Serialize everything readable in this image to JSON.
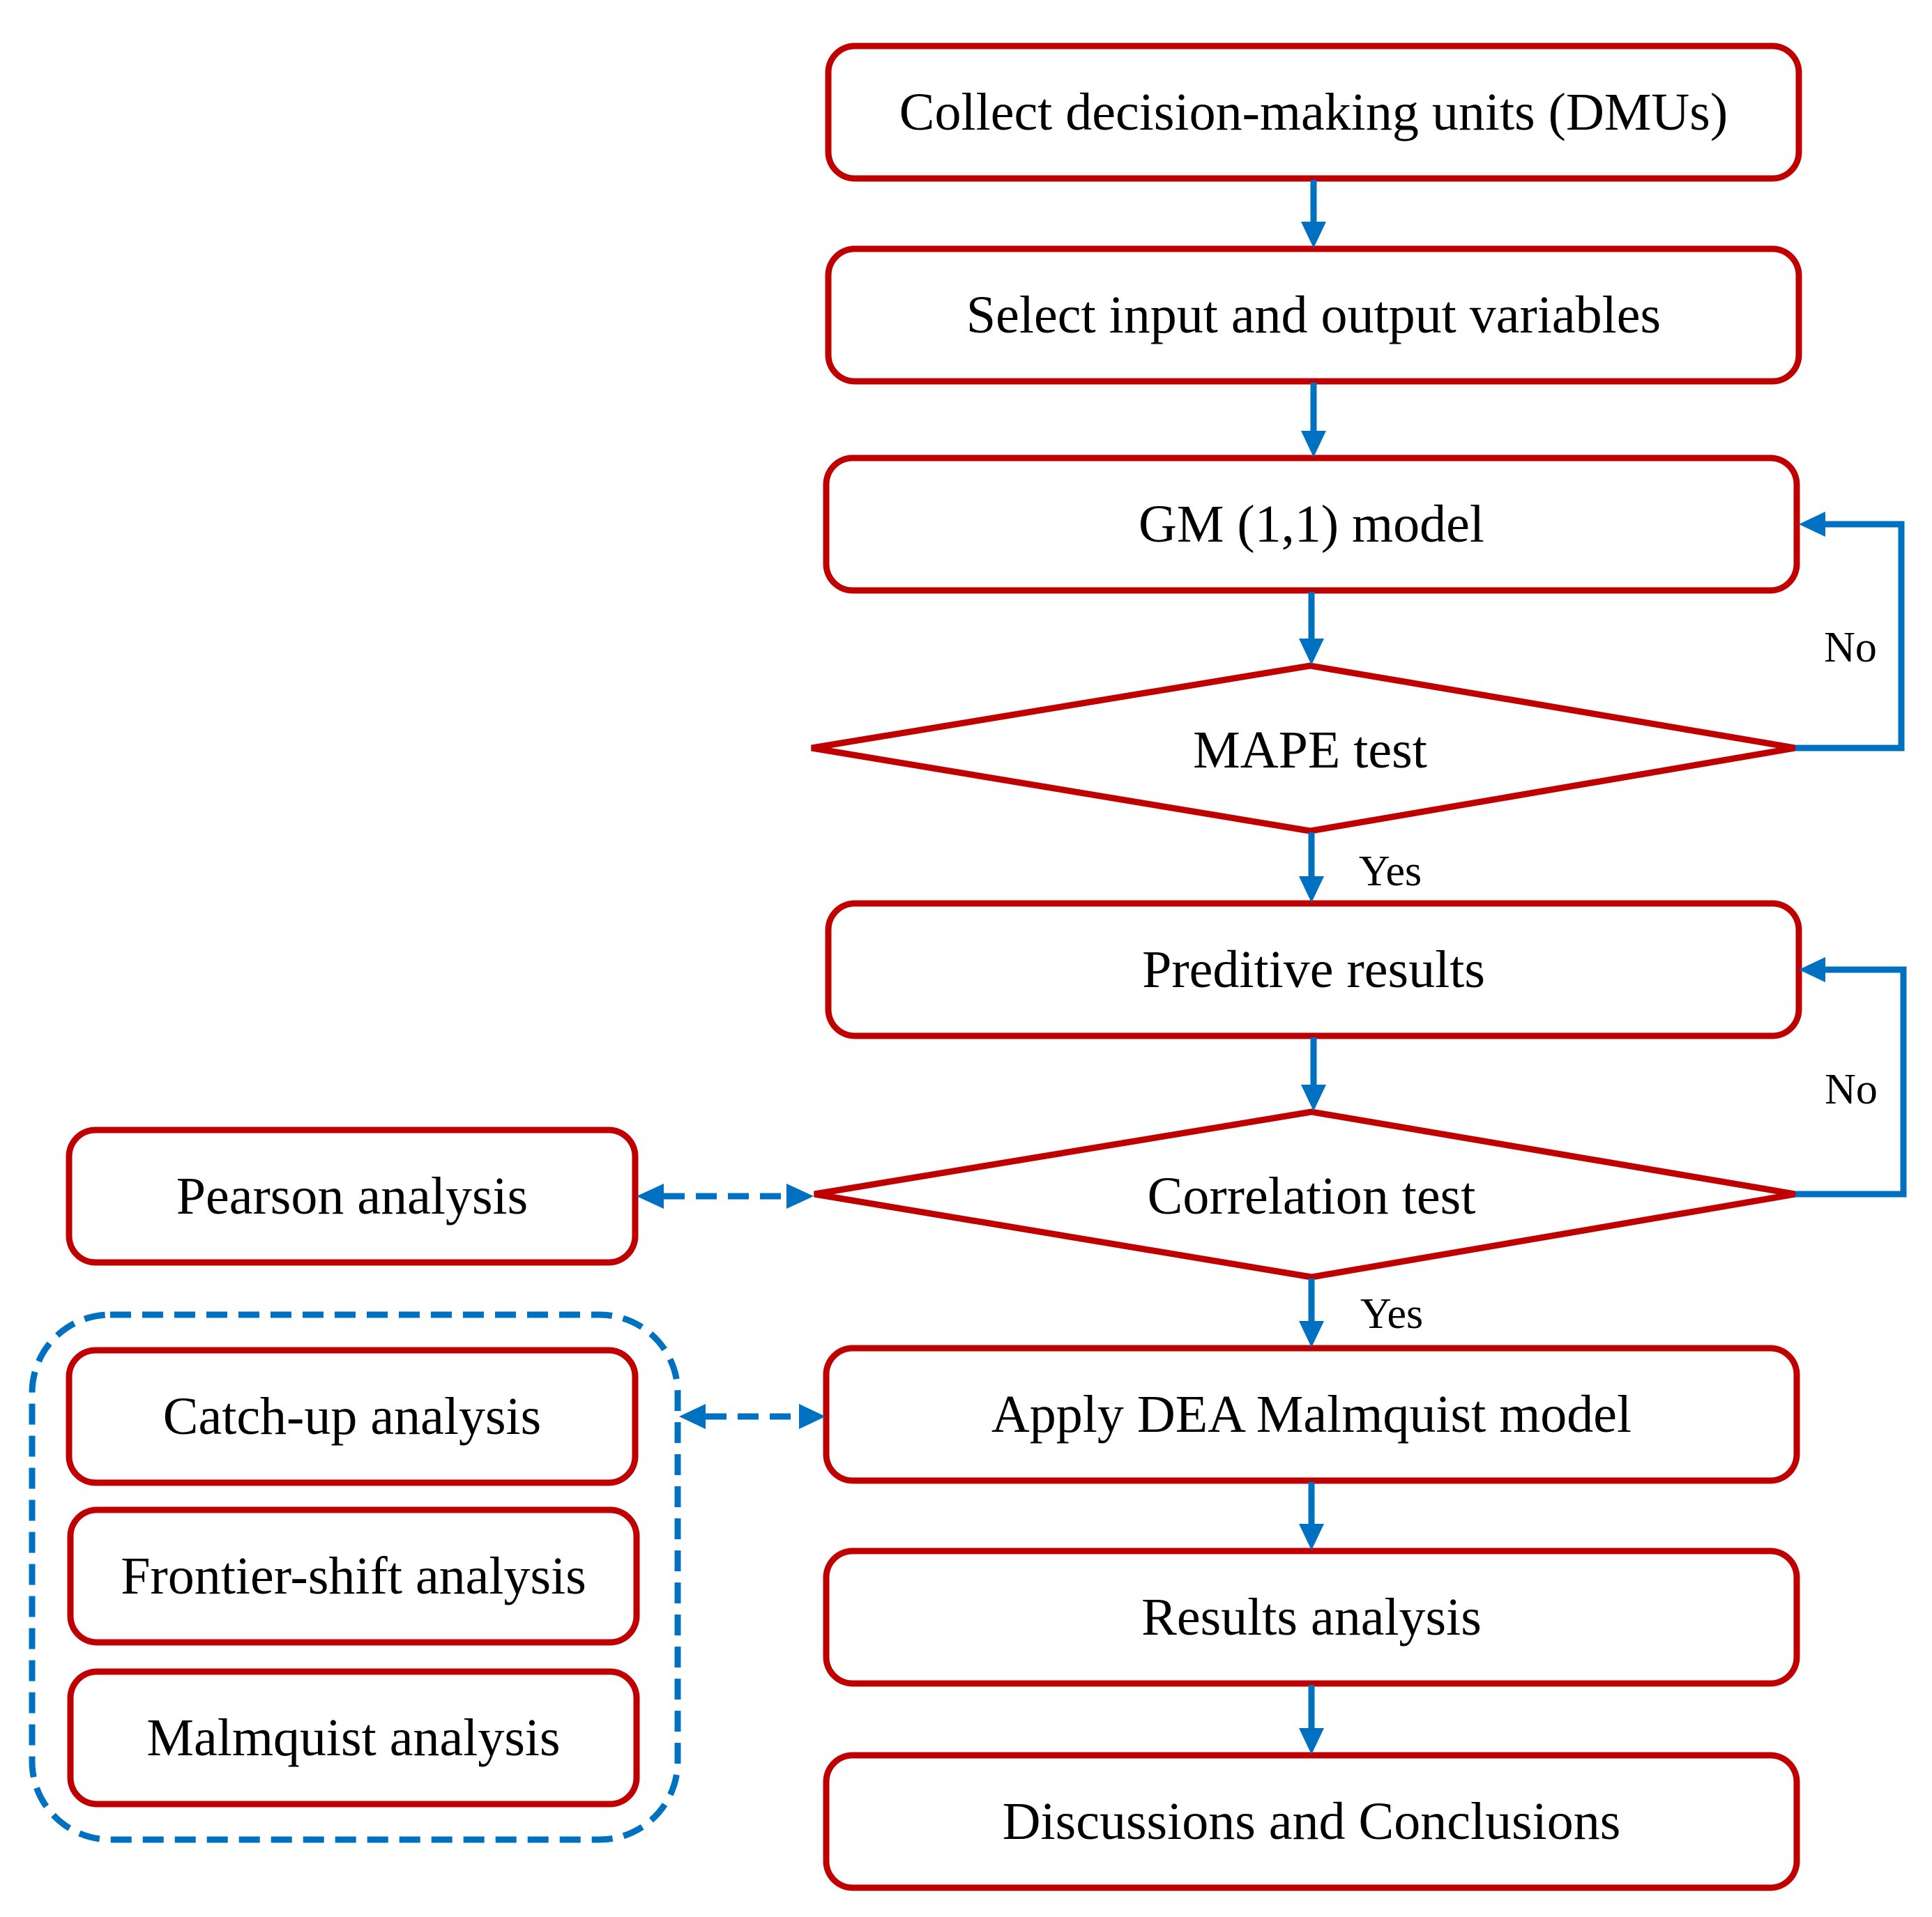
{
  "colors": {
    "box_stroke": "#c00000",
    "arrow": "#0070c0",
    "text": "#000000"
  },
  "nodes": {
    "collect_dmus": "Collect decision-making units (DMUs)",
    "select_variables": "Select input and output variables",
    "gm_model": "GM (1,1) model",
    "mape_test": "MAPE test",
    "predictive_results": "Preditive results",
    "correlation_test": "Correlation test",
    "apply_dea": "Apply DEA Malmquist model",
    "results_analysis": "Results analysis",
    "discussions": "Discussions and Conclusions",
    "pearson": "Pearson analysis",
    "catch_up": "Catch-up analysis",
    "frontier_shift": "Frontier-shift analysis",
    "malmquist": "Malmquist analysis"
  },
  "edge_labels": {
    "mape_no": "No",
    "mape_yes": "Yes",
    "corr_no": "No",
    "corr_yes": "Yes"
  }
}
